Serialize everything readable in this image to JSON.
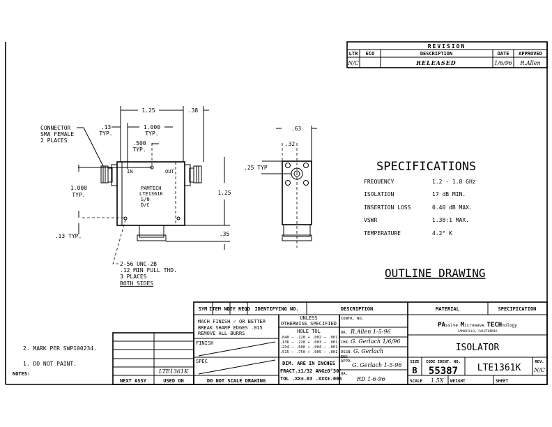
{
  "revision": {
    "title": "REVISION",
    "headers": [
      "LTR",
      "ECO",
      "DESCRIPTION",
      "DATE",
      "APPROVED"
    ],
    "rows": [
      {
        "ltr": "N/C",
        "eco": "",
        "description": "RELEASED",
        "date": "1/6/96",
        "approved": "R.Allen"
      }
    ]
  },
  "dimensions": {
    "width": "1.25",
    "conn_len": ".38",
    "conn_offset": ".13",
    "conn_offset_typ": "TYP.",
    "spacing": "1.000",
    "spacing_typ": "TYP.",
    "half": ".500",
    "half_typ": "TYP.",
    "height_left": "1.000",
    "height_left_typ": "TYP.",
    "height": "1.25",
    "bottom": ".35",
    "hole_offset": ".13 TYP.",
    "end_width": ".63",
    "end_half": ".32",
    "end_hole": ".25 TYP"
  },
  "callouts": {
    "connector": [
      "CONNECTOR",
      "SMA FEMALE",
      "2 PLACES"
    ],
    "thread": [
      "2-56 UNC-2B",
      ".12 MIN FULL THD.",
      "3 PLACES",
      "BOTH SIDES"
    ]
  },
  "body_labels": {
    "in": "IN",
    "out": "OUT",
    "mark": [
      "PAMTECH",
      "LTE1361K",
      "S/N",
      "D/C"
    ]
  },
  "specifications": {
    "title": "SPECIFICATIONS",
    "items": [
      {
        "label": "FREQUENCY",
        "value": "1.2 - 1.8 GHz"
      },
      {
        "label": "ISOLATION",
        "value": "17 dB MIN."
      },
      {
        "label": "INSERTION LOSS",
        "value": "0.40 dB MAX."
      },
      {
        "label": "VSWR",
        "value": "1.38:1 MAX."
      },
      {
        "label": "TEMPERATURE",
        "value": "4.2° K"
      }
    ]
  },
  "drawing_title": "OUTLINE DRAWING",
  "notes": {
    "items": [
      "2. MARK PER SWP100234.",
      "1. DO NOT PAINT."
    ],
    "label": "NOTES:"
  },
  "next_assy": {
    "headers": [
      "NEXT ASSY",
      "USED ON"
    ],
    "used_on": "LTE1361K"
  },
  "title_block": {
    "headers": [
      "SYM",
      "ITEM NO.",
      "QTY REQD",
      "IDENTIFYING NO.",
      "DESCRIPTION",
      "MATERIAL",
      "SPECIFICATION"
    ],
    "finish_note": [
      "MACH FINISH  ✓  OR BETTER",
      "BREAK SHARP EDGES .015",
      "REMOVE ALL BURRS"
    ],
    "finish_label": "FINISH",
    "spec_label": "SPEC",
    "do_not_scale": "DO NOT SCALE DRAWING",
    "unless": [
      "UNLESS",
      "OTHERWISE SPECIFIED"
    ],
    "hole_tol_title": "HOLE TOL",
    "hole_tol": [
      ".040 — .128 + .002 — .001",
      ".136 — .228 + .003 — .001",
      ".234 — .500 + .004 — .001",
      ".515 — .750 + .005 — .001"
    ],
    "dims": "DIM. ARE IN INCHES",
    "fract": "FRACT.±1/32 ANG±0°30'",
    "tol": "TOL .XX±.03  .XXX±.005",
    "sign": [
      {
        "label": "CONTR. NO.",
        "value": ""
      },
      {
        "label": "DR.",
        "value": "R.Allen 1-5-96"
      },
      {
        "label": "CHK.",
        "value": "G. Gerlach 1/6/96"
      },
      {
        "label": "DSGN.",
        "value": "G. Gerlach"
      },
      {
        "label": "APPD.",
        "value": ""
      },
      {
        "label": "ENG",
        "value": "G. Gerlach 1-5-96"
      },
      {
        "label": "QA.",
        "value": "RD 1-6-96"
      }
    ],
    "company": {
      "name_parts": [
        "PA",
        "ssive ",
        "M",
        "icrowave ",
        "TECH",
        "nology"
      ],
      "location": "CAMARILLO, CALIFORNIA"
    },
    "part_title": "ISOLATOR",
    "size_label": "SIZE",
    "size": "B",
    "code_label": "CODE IDENT. NO.",
    "code": "55387",
    "dwg_no": "LTE1361K",
    "rev_label": "REV.",
    "rev": "N/C",
    "scale_label": "SCALE",
    "scale": "1.5X",
    "weight_label": "WEIGHT",
    "sheet_label": "SHEET"
  }
}
